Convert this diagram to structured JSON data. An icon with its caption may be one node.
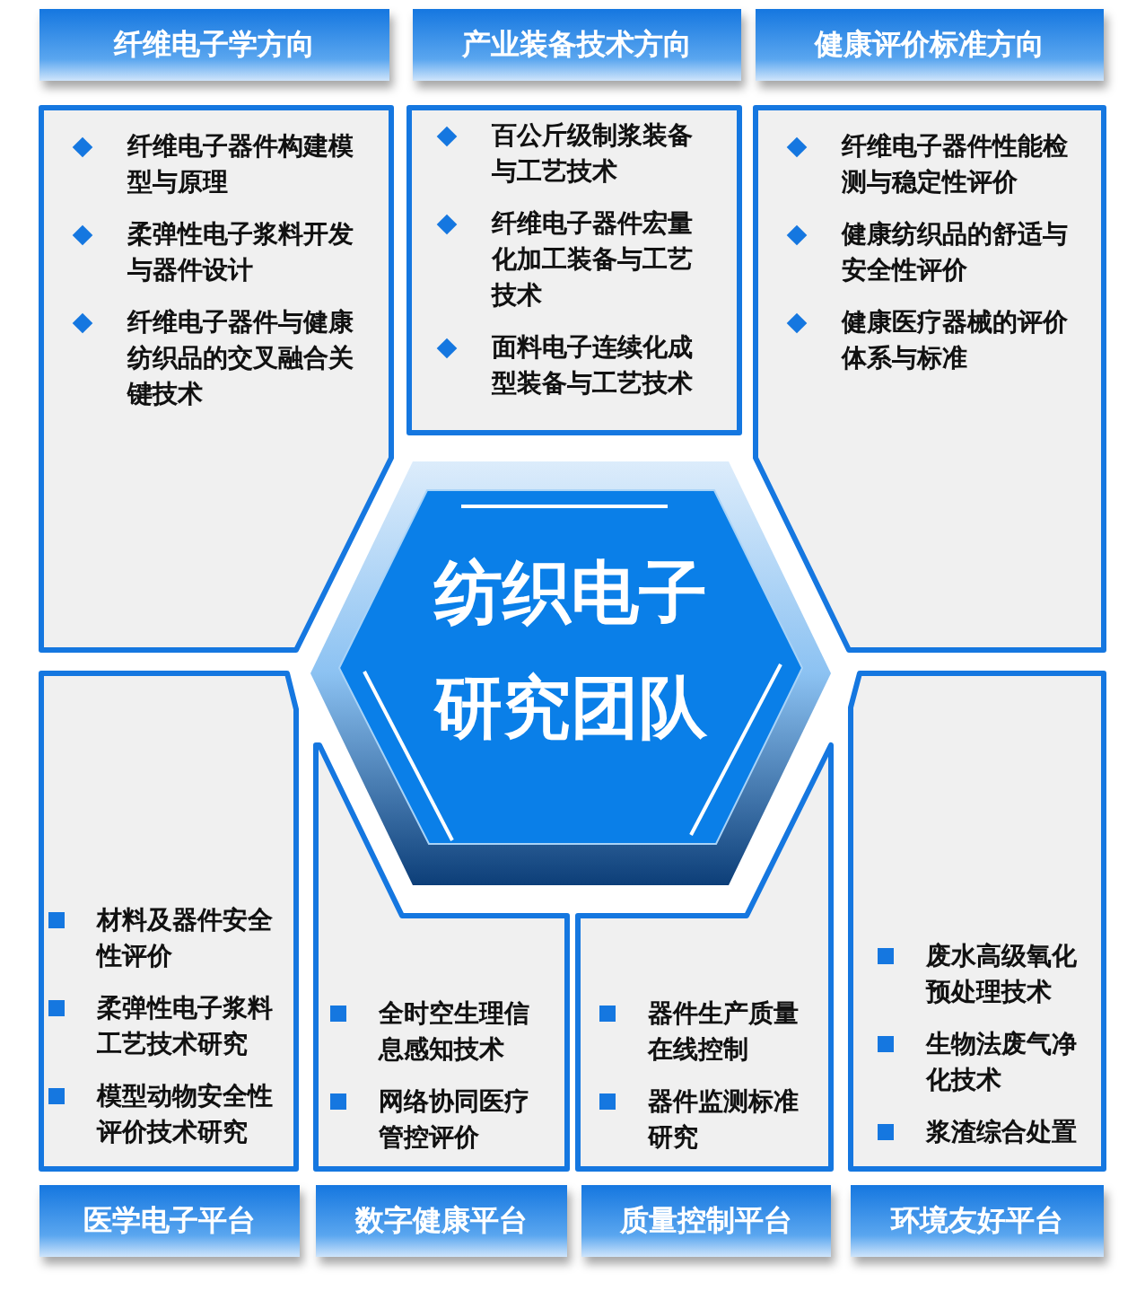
{
  "diagram": {
    "nodes": [
      {
        "text": [
          "纤维电子学方向"
        ]
      },
      {
        "text": [
          "纤维电子器件构建模型与原理",
          "柔弹性电子浆料开发与器件设计",
          "纤维电子器件与健康纺织品的交叉融合关键技术"
        ]
      },
      {
        "text": [
          "产业装备技术方向"
        ]
      },
      {
        "text": [
          "百公斤级制浆装备与工艺技术",
          "纤维电子器件宏量化加工装备与工艺技术",
          "面料电子连续化成型装备与工艺技术"
        ]
      },
      {
        "text": [
          "健康评价标准方向"
        ]
      },
      {
        "text": [
          "纤维电子器件性能检测与稳定性评价",
          "健康纺织品的舒适与安全性评价",
          "健康医疗器械的评价体系与标准"
        ]
      },
      {
        "text": [
          "纺织电子研究团队"
        ]
      },
      {
        "text": [
          "材料及器件安全性评价",
          "柔弹性电子浆料工艺技术研究",
          "模型动物安全性评价技术研究"
        ]
      },
      {
        "text": [
          "全时空生理信息感知技术",
          "网络协同医疗管控评价"
        ]
      },
      {
        "text": [
          "器件生产质量在线控制",
          "器件监测标准研究"
        ]
      },
      {
        "text": [
          "废水高级氧化预处理技术",
          "生物法废气净化技术",
          "浆渣综合处置"
        ]
      },
      {
        "text": [
          "医学电子平台"
        ]
      },
      {
        "text": [
          "数字健康平台"
        ]
      },
      {
        "text": [
          "质量控制平台"
        ]
      },
      {
        "text": [
          "环境友好平台"
        ]
      }
    ]
  }
}
